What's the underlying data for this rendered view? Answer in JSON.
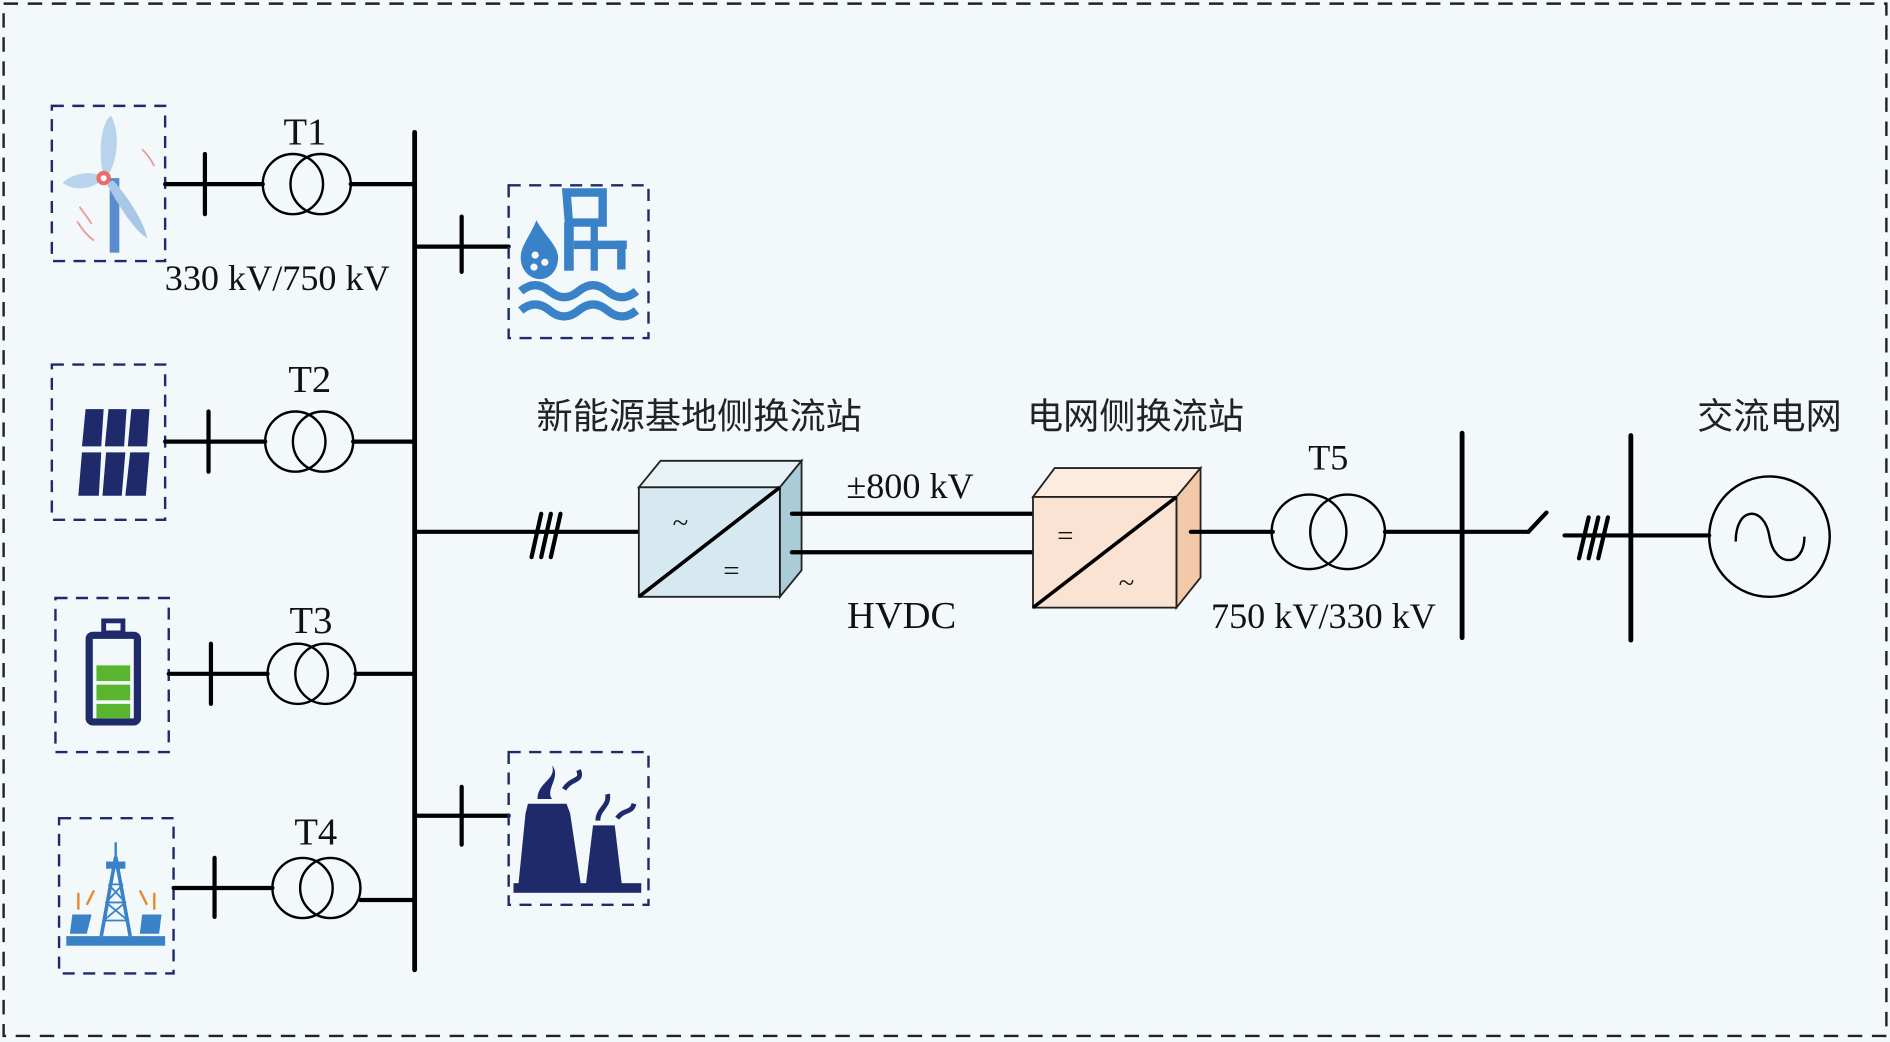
{
  "diagram": {
    "title": "New energy base HVDC transmission to AC grid",
    "sources": [
      {
        "id": "wind",
        "icon": "wind-turbine-icon",
        "transformer": "T1"
      },
      {
        "id": "solar",
        "icon": "solar-panel-icon",
        "transformer": "T2"
      },
      {
        "id": "storage",
        "icon": "battery-storage-icon",
        "transformer": "T3"
      },
      {
        "id": "solar_thermal",
        "icon": "solar-thermal-tower-icon",
        "transformer": "T4"
      }
    ],
    "direct_sources": [
      {
        "id": "hydro",
        "icon": "hydropower-icon"
      },
      {
        "id": "thermal",
        "icon": "thermal-power-plant-icon"
      }
    ],
    "labels": {
      "t1": "T1",
      "t2": "T2",
      "t3": "T3",
      "t4": "T4",
      "t5": "T5",
      "sending_ratio": "330 kV/750 kV",
      "receiving_ratio": "750 kV/330 kV",
      "sending_station": "新能源基地侧换流站",
      "receiving_station": "电网侧换流站",
      "ac_grid": "交流电网",
      "dc_voltage": "±800 kV",
      "hvdc": "HVDC",
      "ac_symbol": "~",
      "dc_symbol": "="
    },
    "colors": {
      "background": "#f3f8fb",
      "icon_border": "#1f2a6b",
      "sending_converter": "#d6e8f0",
      "receiving_converter": "#fbe3d3",
      "navy": "#1f2a6b",
      "blue": "#3a82c8",
      "green": "#5ab52e"
    }
  }
}
